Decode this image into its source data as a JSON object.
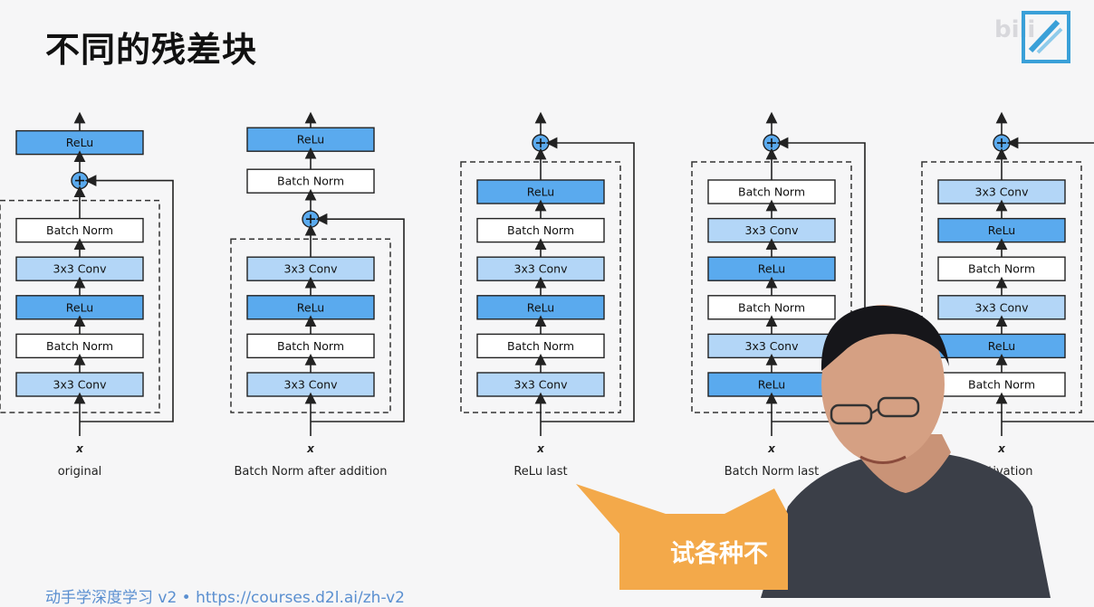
{
  "slide": {
    "title": "不同的残差块",
    "footer": "动手学深度学习 v2 • https://courses.d2l.ai/zh-v2",
    "watermark": "",
    "brand": "bili",
    "colors": {
      "relu": "#5aaaee",
      "conv": "#b3d6f7",
      "norm": "#ffffff",
      "bubble": "#f3a94a",
      "footer": "#5a8fd0"
    }
  },
  "diagrams": [
    {
      "caption": "original",
      "input_label": "x",
      "blocks": [
        "3x3 Conv",
        "Batch Norm",
        "ReLu",
        "3x3 Conv",
        "Batch Norm"
      ],
      "block_types": [
        "conv",
        "norm",
        "relu",
        "conv",
        "norm"
      ],
      "after_add": [
        {
          "label": "ReLu",
          "type": "relu"
        }
      ]
    },
    {
      "caption": "Batch Norm after addition",
      "input_label": "x",
      "blocks": [
        "3x3 Conv",
        "Batch Norm",
        "ReLu",
        "3x3 Conv"
      ],
      "block_types": [
        "conv",
        "norm",
        "relu",
        "conv"
      ],
      "after_add": [
        {
          "label": "Batch Norm",
          "type": "norm"
        },
        {
          "label": "ReLu",
          "type": "relu"
        }
      ]
    },
    {
      "caption": "ReLu last",
      "input_label": "x",
      "blocks": [
        "3x3 Conv",
        "Batch Norm",
        "ReLu",
        "3x3 Conv",
        "Batch Norm",
        "ReLu"
      ],
      "block_types": [
        "conv",
        "norm",
        "relu",
        "conv",
        "norm",
        "relu"
      ],
      "after_add": []
    },
    {
      "caption": "Batch Norm last",
      "input_label": "x",
      "blocks": [
        "ReLu",
        "3x3 Conv",
        "Batch Norm",
        "ReLu",
        "3x3 Conv",
        "Batch Norm"
      ],
      "block_types": [
        "relu",
        "conv",
        "norm",
        "relu",
        "conv",
        "norm"
      ],
      "after_add": []
    },
    {
      "caption": "-activation",
      "input_label": "x",
      "blocks": [
        "Batch Norm",
        "ReLu",
        "3x3 Conv",
        "Batch Norm",
        "ReLu",
        "3x3 Conv"
      ],
      "block_types": [
        "norm",
        "relu",
        "conv",
        "norm",
        "relu",
        "conv"
      ],
      "after_add": []
    }
  ],
  "subtitle_bubble": {
    "text": "试各种不"
  },
  "presenter": {
    "icon": "presenter-video-icon"
  }
}
